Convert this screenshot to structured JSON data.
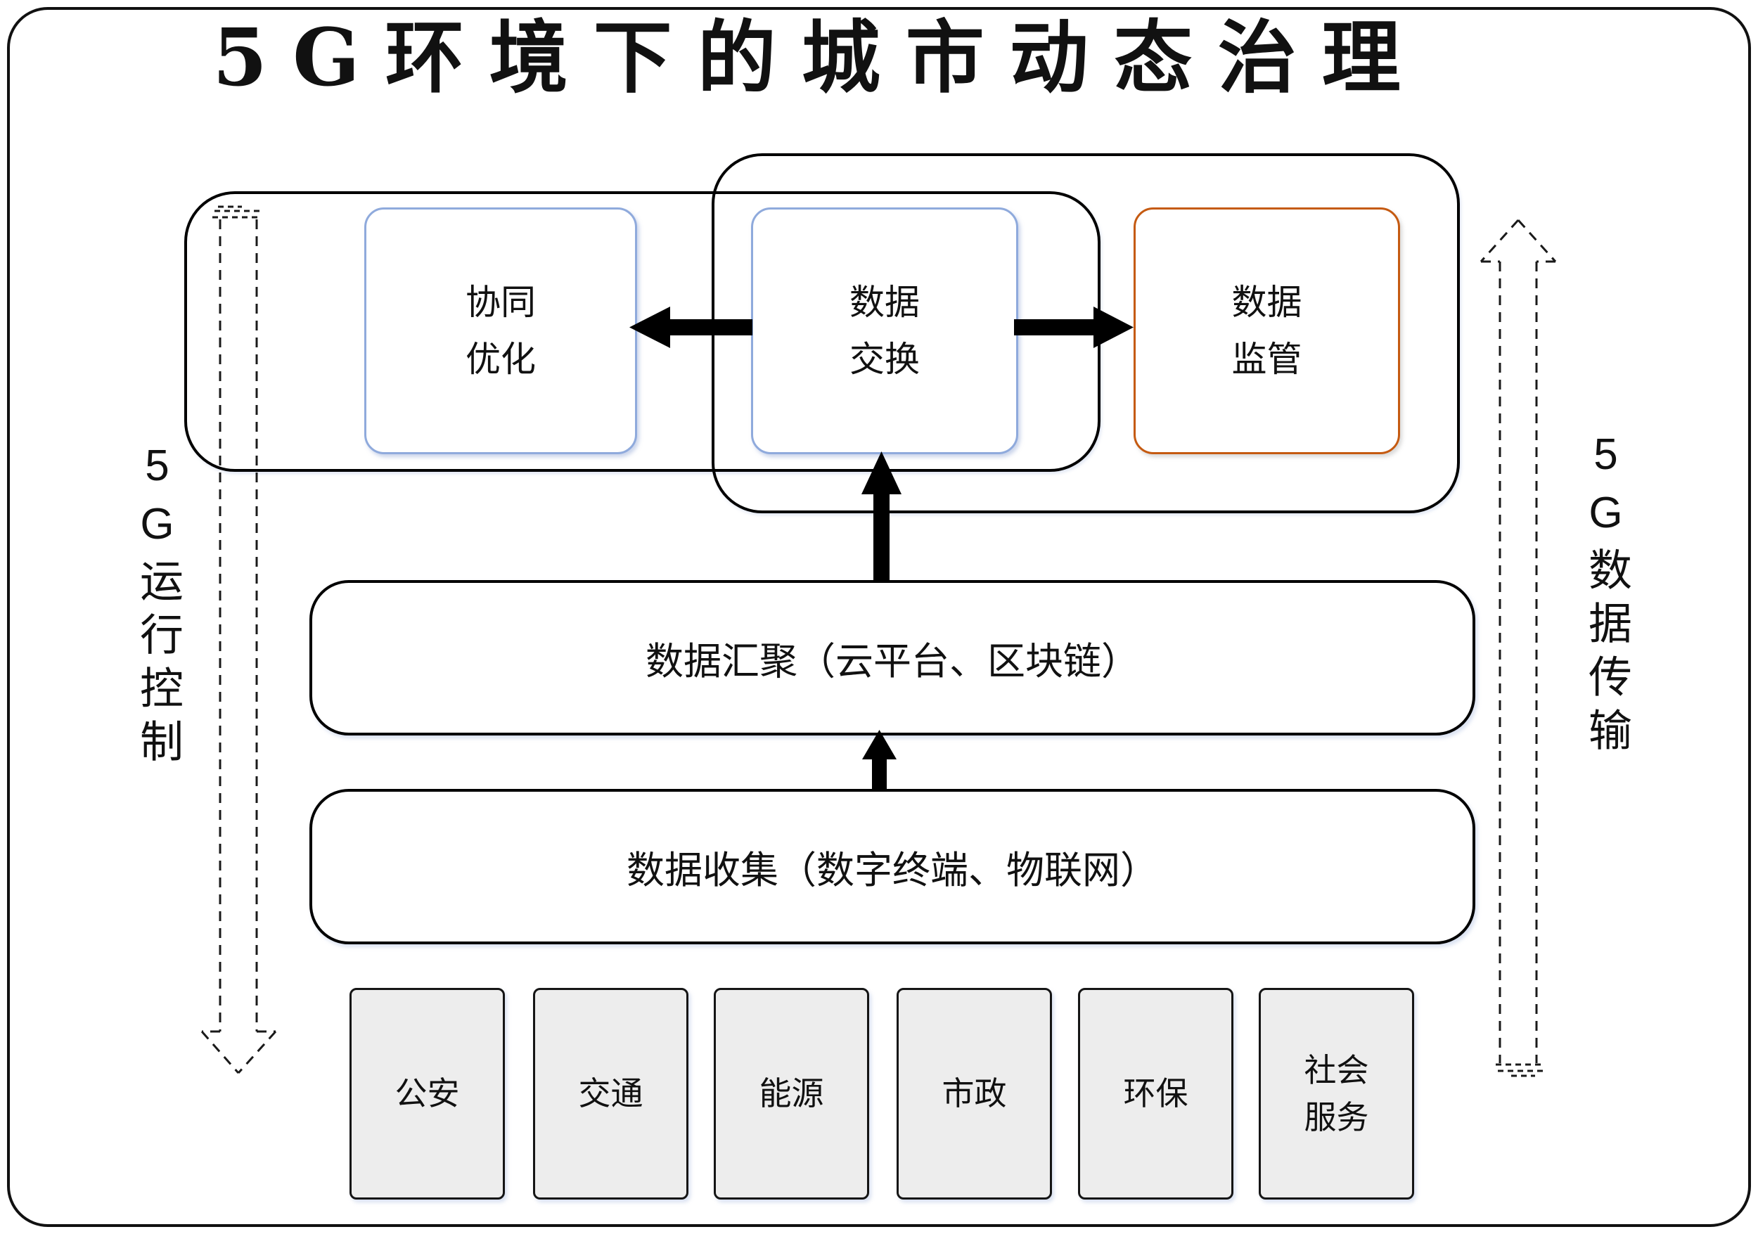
{
  "title": "5G环境下的城市动态治理",
  "top_group": {
    "collaborative_optimization": "协同\n优化",
    "data_exchange": "数据\n交换",
    "data_supervision": "数据\n监管"
  },
  "middle": {
    "data_aggregation": "数据汇聚（云平台、区块链）",
    "data_collection": "数据收集（数字终端、物联网）"
  },
  "sectors": [
    "公安",
    "交通",
    "能源",
    "市政",
    "环保",
    "社会服务"
  ],
  "side_labels": {
    "left": "5G运行控制",
    "right": "5G数据传输"
  },
  "colors": {
    "accent_blue": "#8faadc",
    "accent_orange": "#c55a11",
    "line_black": "#111111",
    "sector_fill": "#ededed"
  }
}
